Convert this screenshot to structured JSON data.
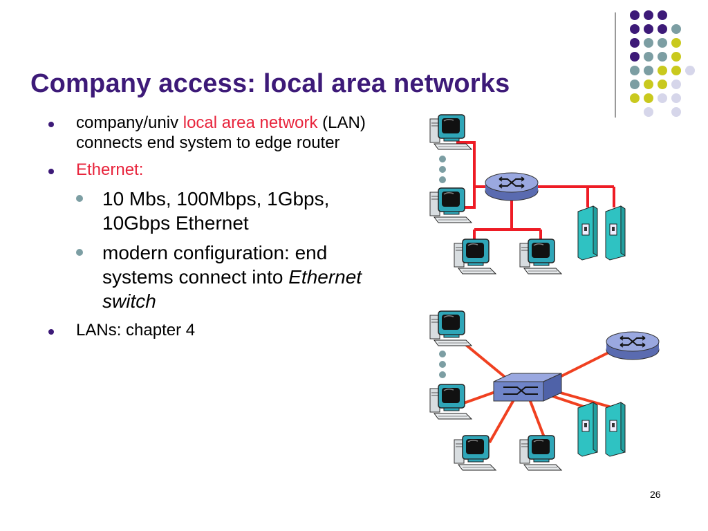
{
  "slide": {
    "title": "Company access: local area networks",
    "slide_number": "26"
  },
  "bullets": {
    "b1": {
      "text_start": "company/univ ",
      "text_red": "local area network",
      "text_end": " (LAN) connects end system to edge router"
    },
    "b2": {
      "text_red": "Ethernet:"
    },
    "b2a": {
      "text": "10 Mbs, 100Mbps, 1Gbps, 10Gbps Ethernet"
    },
    "b2b": {
      "text_start": "modern configuration: end systems connect into ",
      "text_italic": "Ethernet switch"
    },
    "b3": {
      "text": "LANs:  chapter 4"
    }
  },
  "colors": {
    "title": "#3d1a78",
    "highlight": "#e8243c",
    "link": "#ee1c25",
    "router": "#8a9ad8",
    "switch": "#7088cc",
    "server": "#2fc2c2",
    "dot_purple": "#3d1a78",
    "dot_teal": "#7c9ea3",
    "dot_yellow": "#c9c91e",
    "dot_light": "#d6d6ea"
  }
}
